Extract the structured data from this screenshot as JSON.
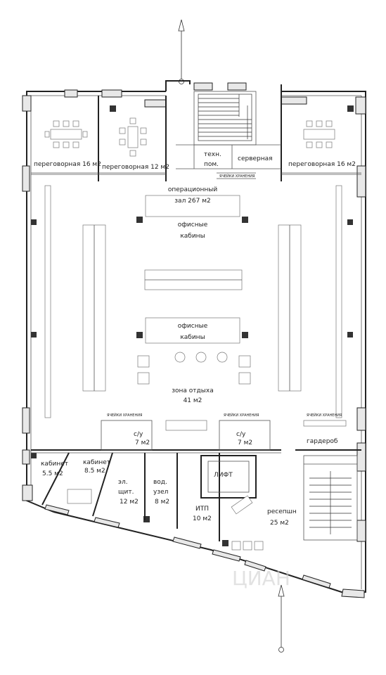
{
  "rooms": {
    "meeting_left": "переговорная 16 м2",
    "meeting_mid": "переговорная 12 м2",
    "meeting_right": "переговорная 16 м2",
    "tech_room_1": "техн.",
    "tech_room_2": "пом.",
    "server_room": "серверная",
    "storage_top": "ЯЧЕЙКИ ХРАНЕНИЯ",
    "operational_hall_1": "операционный",
    "operational_hall_2": "зал 267 м2",
    "office_cabins_top_1": "офисные",
    "office_cabins_top_2": "кабины",
    "office_cabins_mid_1": "офисные",
    "office_cabins_mid_2": "кабины",
    "lounge_1": "зона отдыха",
    "lounge_2": "41 м2",
    "storage_left": "ЯЧЕЙКИ ХРАНЕНИЯ",
    "storage_right": "ЯЧЕЙКИ ХРАНЕНИЯ",
    "storage_far_right": "ЯЧЕЙКИ ХРАНЕНИЯ",
    "wc_left_1": "с/у",
    "wc_left_2": "7 м2",
    "wc_right_1": "с/у",
    "wc_right_2": "7 м2",
    "wardrobe": "гардероб",
    "office1_1": "кабинет",
    "office1_2": "5.5 м2",
    "office2_1": "кабинет",
    "office2_2": "8.5 м2",
    "electric_1": "эл.",
    "electric_2": "щит.",
    "electric_3": "12 м2",
    "water_1": "вод.",
    "water_2": "узел",
    "water_3": "8 м2",
    "elevator": "ЛИФТ",
    "itp_1": "ИТП",
    "itp_2": "10 м2",
    "reception_1": "ресепшн",
    "reception_2": "25 м2"
  },
  "watermark": "ЦИАН"
}
